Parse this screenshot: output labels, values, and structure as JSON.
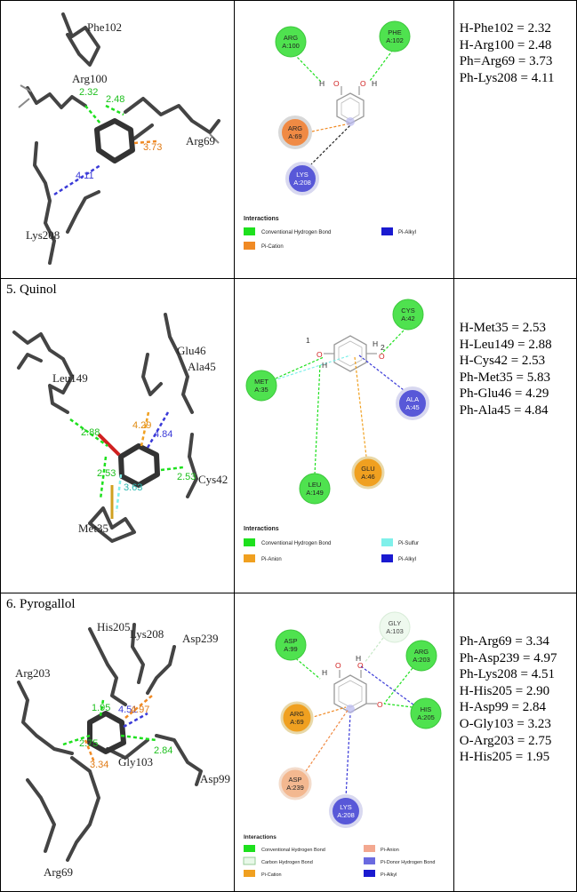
{
  "colors": {
    "conventional_hbond": "#1ee01e",
    "carbon_hbond": "#e8f8e8",
    "pi_cation": "#f08a24",
    "pi_anion": "#f0a020",
    "pi_alkyl": "#3a3ad8",
    "pi_sulfur": "#7ff0ea",
    "pi_donor_hbond": "#6a6ae0",
    "residue_green": "#4fe24f",
    "residue_orange_pale": "#f3b890",
    "residue_blue": "#5858d8"
  },
  "rows": [
    {
      "title": "",
      "labels_3d": [
        "Phe102",
        "Arg100",
        "Arg69",
        "Lys208",
        "2.32",
        "2.48",
        "3.73",
        "4.11"
      ],
      "residues": [
        {
          "line1": "ARG",
          "line2": "A:100"
        },
        {
          "line1": "PHE",
          "line2": "A:102"
        },
        {
          "line1": "ARG",
          "line2": "A:69"
        },
        {
          "line1": "LYS",
          "line2": "A:208"
        }
      ],
      "atoms": [
        "H",
        "O",
        "O",
        "H"
      ],
      "legend_title": "Interactions",
      "legend": [
        "Conventional Hydrogen Bond",
        "Pi-Alkyl",
        "Pi-Cation"
      ],
      "distances": [
        "H-Phe102 = 2.32",
        "H-Arg100 = 2.48",
        "Ph=Arg69 = 3.73",
        "Ph-Lys208 = 4.11"
      ]
    },
    {
      "title": "5. Quinol",
      "labels_3d": [
        "Leu149",
        "Glu46",
        "Ala45",
        "Cys42",
        "Met35",
        "2.88",
        "2.53",
        "3.63",
        "4.29",
        "4.84",
        "2.53"
      ],
      "residues": [
        {
          "line1": "CYS",
          "line2": "A:42"
        },
        {
          "line1": "MET",
          "line2": "A:35"
        },
        {
          "line1": "ALA",
          "line2": "A:45"
        },
        {
          "line1": "LEU",
          "line2": "A:149"
        },
        {
          "line1": "GLU",
          "line2": "A:46"
        }
      ],
      "atoms": [
        "1",
        "O",
        "H",
        "H",
        "2",
        "O"
      ],
      "legend_title": "Interactions",
      "legend": [
        "Conventional Hydrogen Bond",
        "Pi-Sulfur",
        "Pi-Anion",
        "Pi-Alkyl"
      ],
      "distances": [
        "H-Met35 = 2.53",
        "H-Leu149 = 2.88",
        "H-Cys42 = 2.53",
        "Ph-Met35 = 5.83",
        "Ph-Glu46 = 4.29",
        "Ph-Ala45 = 4.84"
      ]
    },
    {
      "title": "6. Pyrogallol",
      "labels_3d": [
        "His205",
        "Lys208",
        "Asp239",
        "Arg203",
        "Gly103",
        "Asp99",
        "Arg69",
        "1.95",
        "2.75",
        "4.51",
        "4.97",
        "3.34",
        "2.84"
      ],
      "residues": [
        {
          "line1": "GLY",
          "line2": "A:103"
        },
        {
          "line1": "ASP",
          "line2": "A:99"
        },
        {
          "line1": "ARG",
          "line2": "A:203"
        },
        {
          "line1": "HIS",
          "line2": "A:205"
        },
        {
          "line1": "ARG",
          "line2": "A:69"
        },
        {
          "line1": "ASP",
          "line2": "A:239"
        },
        {
          "line1": "LYS",
          "line2": "A:208"
        }
      ],
      "atoms": [
        "H",
        "O",
        "O",
        "H",
        "O"
      ],
      "legend_title": "Interactions",
      "legend": [
        "Conventional Hydrogen Bond",
        "Pi-Anion",
        "Carbon Hydrogen Bond",
        "Pi-Donor Hydrogen Bond",
        "Pi-Cation",
        "Pi-Alkyl"
      ],
      "distances": [
        "Ph-Arg69 = 3.34",
        "Ph-Asp239 = 4.97",
        "Ph-Lys208 = 4.51",
        "H-His205 = 2.90",
        "H-Asp99 = 2.84",
        "O-Gly103 = 3.23",
        "O-Arg203 = 2.75",
        "H-His205 = 1.95"
      ]
    }
  ]
}
